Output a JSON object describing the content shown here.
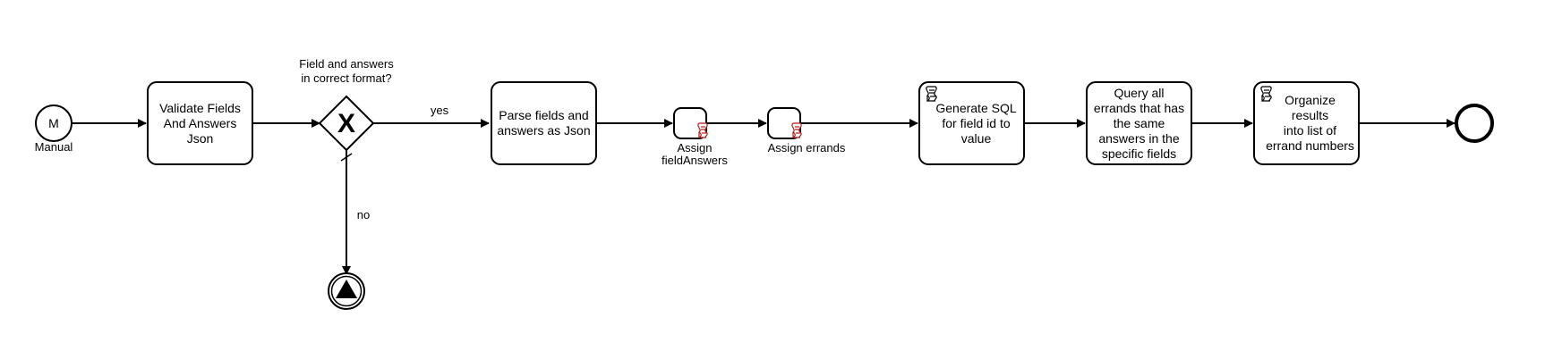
{
  "start_event": {
    "marker": "M",
    "label": "Manual"
  },
  "tasks": {
    "validate": {
      "label": "Validate Fields\nAnd Answers\nJson"
    },
    "parse": {
      "label": "Parse fields and\nanswers as Json"
    },
    "assign_field_answers": {
      "label": "Assign\nfieldAnswers"
    },
    "assign_errands": {
      "label": "Assign errands"
    },
    "generate_sql": {
      "label": "Generate SQL\nfor field id to\nvalue"
    },
    "query": {
      "label": "Query all\nerrands that has\nthe same\nanswers in the\nspecific fields"
    },
    "organize": {
      "label": "Organize results\ninto list of\nerrand numbers"
    }
  },
  "gateway": {
    "marker": "X",
    "question": "Field and answers\nin correct format?"
  },
  "flows": {
    "yes_label": "yes",
    "no_label": "no"
  },
  "icons": {
    "script": "script-icon",
    "escalation": "escalation-icon"
  },
  "colors": {
    "stroke": "#000000",
    "script_red": "#b01a1a",
    "background": "#ffffff"
  }
}
